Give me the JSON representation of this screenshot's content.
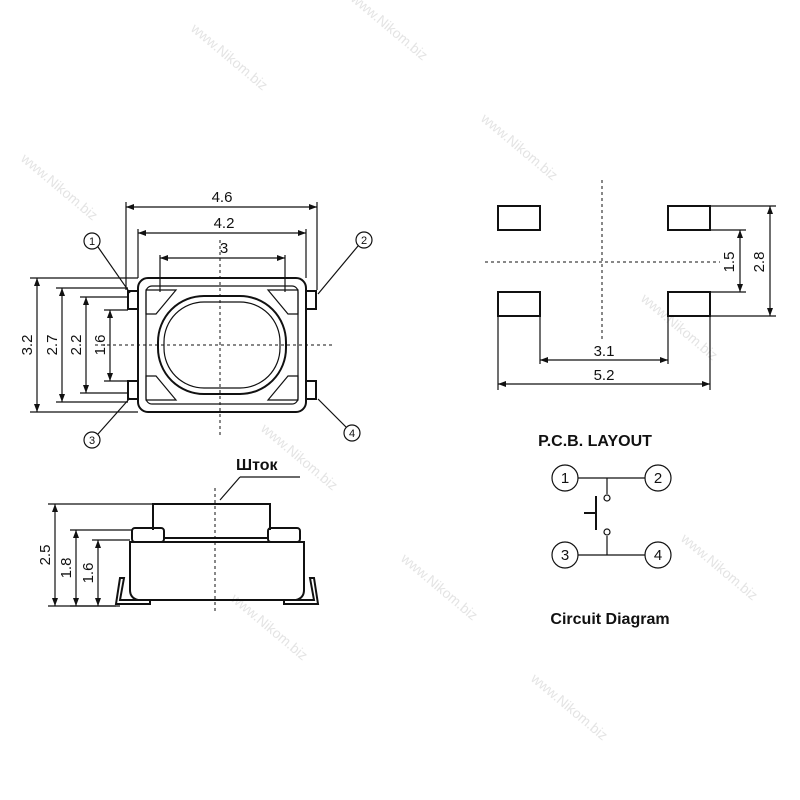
{
  "watermark": "www.Nikom.biz",
  "top_view": {
    "dim_outer_width": "4.6",
    "dim_inner_width": "4.2",
    "dim_button_width": "3",
    "dim_outer_height": "3.2",
    "dim_height_mid": "2.7",
    "dim_height_inner": "2.2",
    "dim_button_height": "1.6",
    "pins": [
      "1",
      "2",
      "3",
      "4"
    ]
  },
  "side_view": {
    "stem_label": "Шток",
    "dim_total_height": "2.5",
    "dim_body_height": "1.8",
    "dim_base_height": "1.6"
  },
  "pcb_layout": {
    "title": "P.C.B. LAYOUT",
    "dim_inner_span": "3.1",
    "dim_outer_span": "5.2",
    "dim_pad_pitch": "1.5",
    "dim_total_height": "2.8"
  },
  "circuit": {
    "title": "Circuit Diagram",
    "pins": [
      "1",
      "2",
      "3",
      "4"
    ]
  }
}
